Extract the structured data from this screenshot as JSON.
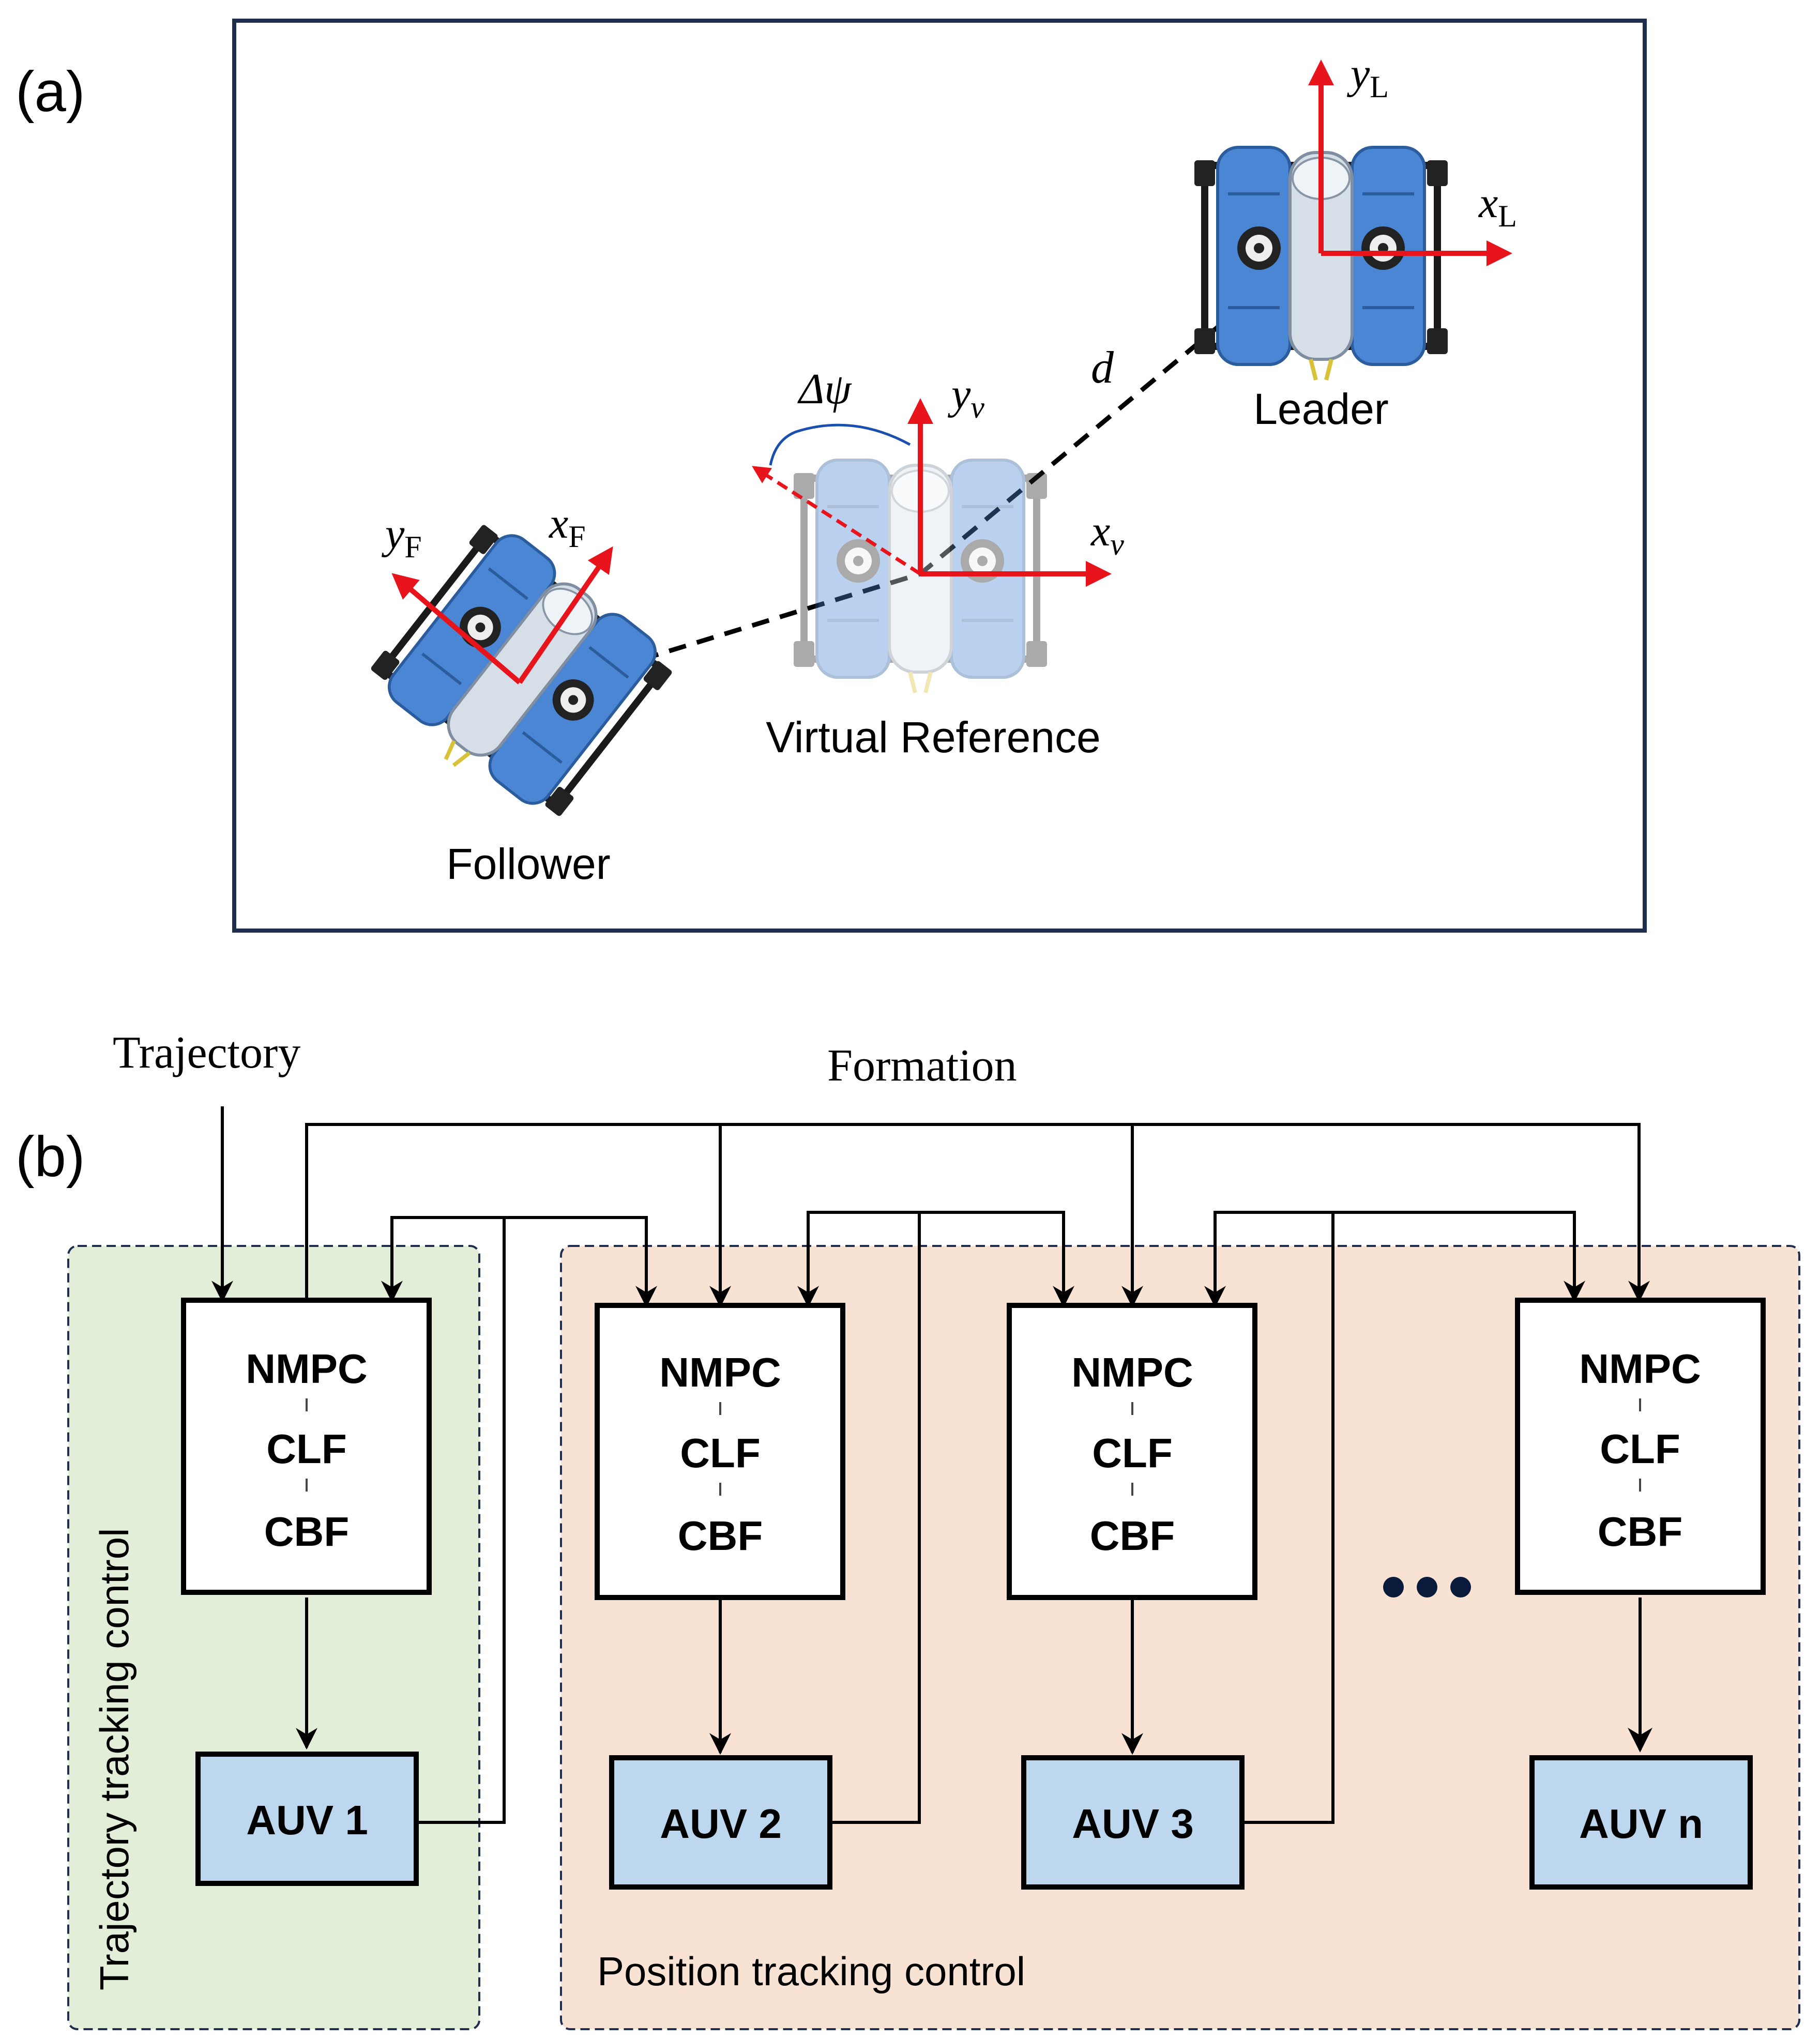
{
  "panel_a": {
    "tag": "(a)",
    "leader_label": "Leader",
    "follower_label": "Follower",
    "virtual_label": "Virtual Reference",
    "leader_axes": {
      "y": "y",
      "y_sub": "L",
      "x": "x",
      "x_sub": "L"
    },
    "virtual_axes": {
      "y": "y",
      "y_sub": "v",
      "x": "x",
      "x_sub": "v"
    },
    "follower_axes": {
      "y": "y",
      "y_sub": "F",
      "x": "x",
      "x_sub": "F"
    },
    "distance_label": "d",
    "heading_label": "Δψ"
  },
  "panel_b": {
    "tag": "(b)",
    "trajectory_label": "Trajectory",
    "formation_label": "Formation",
    "left_region_label": "Trajectory tracking control",
    "right_region_label": "Position tracking control",
    "controllers": [
      {
        "line1": "NMPC",
        "line2": "CLF",
        "line3": "CBF"
      },
      {
        "line1": "NMPC",
        "line2": "CLF",
        "line3": "CBF"
      },
      {
        "line1": "NMPC",
        "line2": "CLF",
        "line3": "CBF"
      },
      {
        "line1": "NMPC",
        "line2": "CLF",
        "line3": "CBF"
      }
    ],
    "auvs": [
      "AUV 1",
      "AUV 2",
      "AUV 3",
      "AUV n"
    ]
  },
  "colors": {
    "frame": "#1f2d4f",
    "axis_red": "#e8141b",
    "auv_box": "#bdd7ee",
    "left_region": "#e2eed8",
    "right_region": "#f8e2d4",
    "robot_blue": "#4a86d4"
  }
}
